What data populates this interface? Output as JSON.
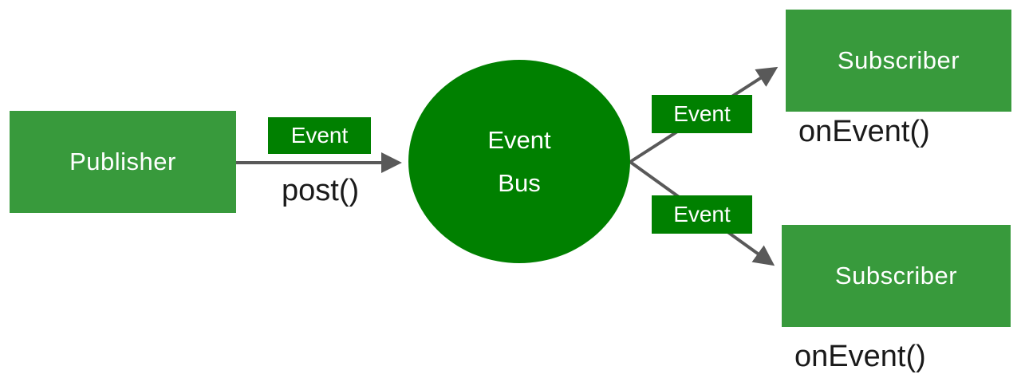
{
  "diagram": {
    "publisher": {
      "label": "Publisher",
      "method": "post()"
    },
    "bus": {
      "line1": "Event",
      "line2": "Bus"
    },
    "edges": {
      "publisher_to_bus_label": "Event",
      "bus_to_subscriber_top_label": "Event",
      "bus_to_subscriber_bottom_label": "Event"
    },
    "subscribers": [
      {
        "label": "Subscriber",
        "method": "onEvent()"
      },
      {
        "label": "Subscriber",
        "method": "onEvent()"
      }
    ],
    "colors": {
      "node_green": "#389a3c",
      "bus_dark_green": "#008000",
      "arrow_gray": "#595959",
      "method_text": "#1a1a1a"
    }
  }
}
